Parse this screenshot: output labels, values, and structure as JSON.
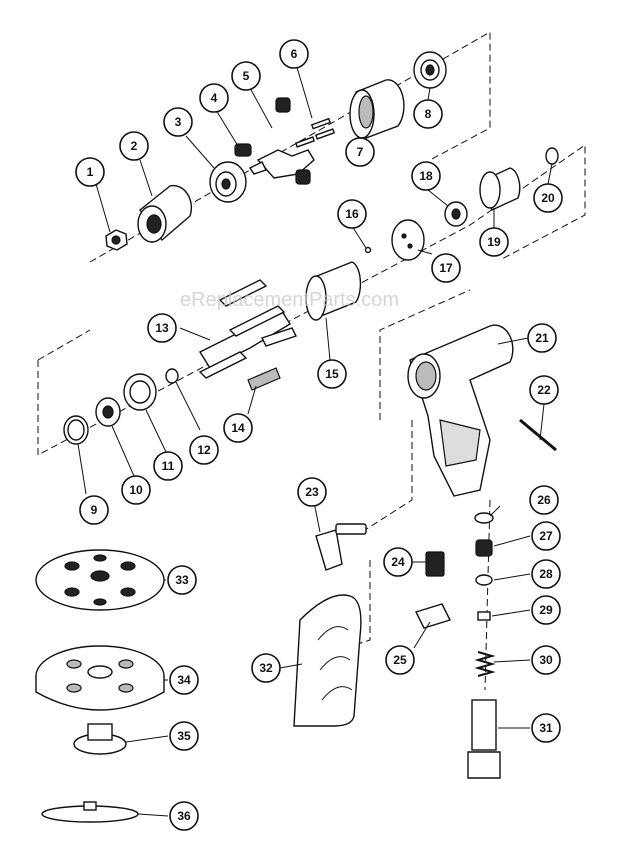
{
  "watermark": "eReplacementParts.com",
  "callouts": [
    "1",
    "2",
    "3",
    "4",
    "5",
    "6",
    "7",
    "8",
    "9",
    "10",
    "11",
    "12",
    "13",
    "14",
    "15",
    "16",
    "17",
    "18",
    "19",
    "20",
    "21",
    "22",
    "23",
    "24",
    "25",
    "26",
    "27",
    "28",
    "29",
    "30",
    "31",
    "32",
    "33",
    "34",
    "35",
    "36"
  ]
}
